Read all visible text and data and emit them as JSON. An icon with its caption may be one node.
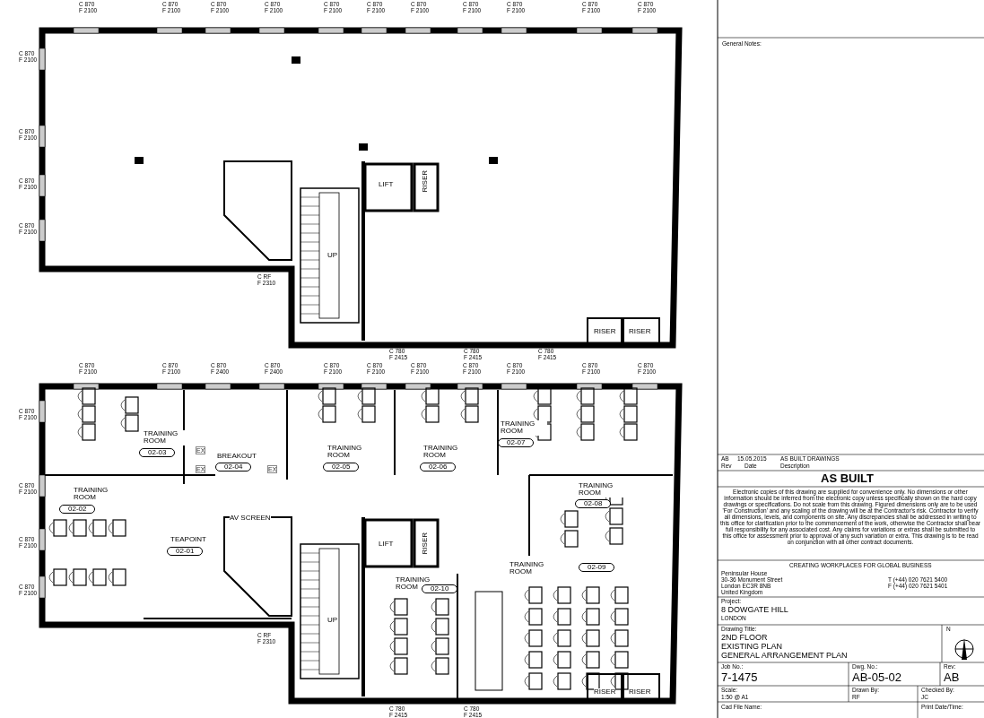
{
  "diagram": {
    "labels": [
      "C 870 F 2100",
      "C 870 F 2100",
      "C 870 F 2100",
      "C 870 F 2100",
      "C 870 F 2100",
      "C 870 F 2100",
      "C 870 F 2100",
      "C 870 F 2100",
      "C 870 F 2100",
      "C 870 F 2100",
      "C 870 F 2100",
      "C 870 F 2100",
      "C 870 F 2100",
      "C 870 F 2100",
      "C 870 F 2100",
      "C RF F 2310",
      "C 780 F 2415",
      "C 780 F 2415",
      "C 780 F 2415",
      "LIFT",
      "RISER",
      "UP",
      "RISER",
      "RISER",
      "C 870 F 2100",
      "C 870 F 2100",
      "C 870 F 2400",
      "C 870 F 2400",
      "C 870 F 2100",
      "C 870 F 2100",
      "C 870 F 2100",
      "C 870 F 2100",
      "C 870 F 2100",
      "C 870 F 2100",
      "C 870 F 2100",
      "C 870 F 2100",
      "C 870 F 2100",
      "C 870 F 2100",
      "C 870 F 2100",
      "C RF F 2310",
      "C 780 F 2415",
      "C 780 F 2415",
      "TRAINING ROOM",
      "02-03",
      "BREAKOUT",
      "02-04",
      "EX",
      "EX",
      "EX",
      "TRAINING ROOM",
      "02-05",
      "TRAINING ROOM",
      "02-06",
      "TRAINING ROOM",
      "02-07",
      "TRAINING ROOM",
      "02-02",
      "AV SCREEN",
      "TEAPOINT",
      "02-01",
      "LIFT",
      "RISER",
      "TRAINING ROOM",
      "02-08",
      "TRAINING ROOM",
      "02-10",
      "UP",
      "TRAINING ROOM",
      "02-09",
      "RISER",
      "RISER",
      "General Notes:",
      "AB",
      "15.05.2015",
      "AS BUILT DRAWINGS",
      "Rev",
      "Date",
      "Description",
      "AS BUILT",
      "Electronic copies of this drawing are supplied for convenience only. No dimensions or other information should be inferred from the electronic copy unless specifically shown on the hard copy drawings or specifications. Do not scale from this drawing. Figured dimensions only are to be used 'For Construction' and any scaling of the drawing will be at the Contractor's risk. Contractor to verify all dimensions, levels, and components on site. Any discrepancies shall be addressed in writing to this office for clarification prior to the commencement of the work, otherwise the Contractor shall bear full responsibility for any associated cost. Any claims for variations or extras shall be submitted to this office for assessment prior to approval of any such variation or extra. This drawing is to be read on conjunction with all other contract documents.",
      "CREATING WORKPLACES FOR GLOBAL BUSINESS",
      "Peninsular House",
      "30-36 Monument Street",
      "London EC3R 8NB",
      "United Kingdom",
      "T (+44) 020 7621 5400",
      "F (+44) 020 7621 5401",
      "Project:",
      "8 DOWGATE HILL",
      "LONDON",
      "Drawing Title:",
      "2ND FLOOR",
      "EXISTING PLAN",
      "GENERAL ARRANGEMENT PLAN",
      "N",
      "Job No.:",
      "7-1475",
      "Dwg. No.:",
      "AB-05-02",
      "Rev:",
      "AB",
      "Scale:",
      "1:50 @ A1",
      "Drawn By:",
      "RF",
      "Checked By:",
      "JC",
      "Cad File Name:",
      "Print Date/Time:"
    ]
  }
}
